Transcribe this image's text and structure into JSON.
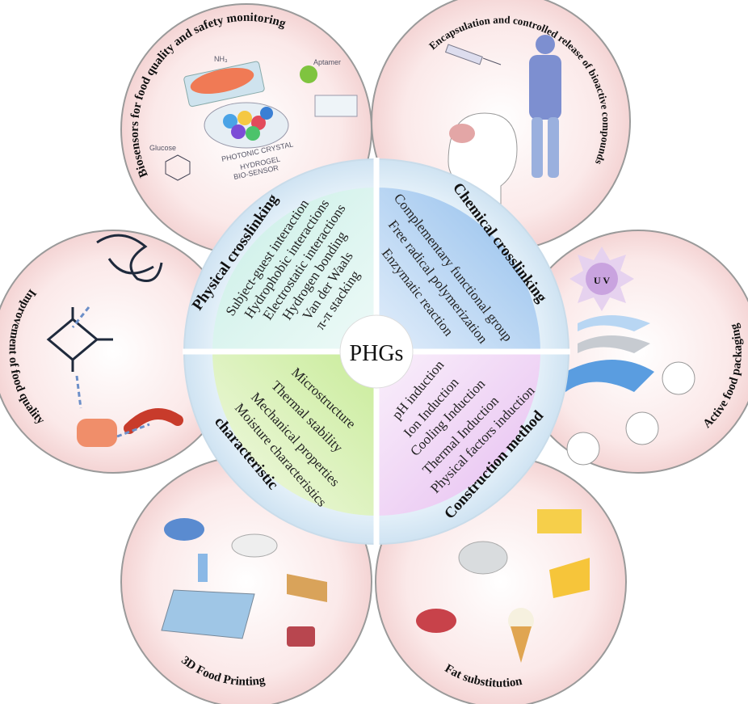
{
  "center": {
    "label": "PHGs"
  },
  "quadrants": {
    "physical": {
      "title": "Physical crosslinking",
      "items": [
        "Subject-guest interaction",
        "Hydrophobic interactions",
        "Electrostatic interactions",
        "Hydrogen bonding",
        "Van der Waals",
        "π-π stacking"
      ]
    },
    "chemical": {
      "title": "Chemical crosslinking",
      "items": [
        "Complementary functional group",
        "Free radical polymerization",
        "Enzymatic reaction"
      ]
    },
    "characteristic": {
      "title": "characteristic",
      "items": [
        "Microstructure",
        "Thermal stability",
        "Mechanical properties",
        "Moisture characteristics"
      ]
    },
    "construction": {
      "title": "Construction method",
      "items": [
        "pH induction",
        "Ion Induction",
        "Cooling Induction",
        "Thermal Induction",
        "Physical factors induction"
      ]
    }
  },
  "petals": {
    "biosensors": {
      "title": "Biosensors for food quality and safety monitoring",
      "labels": {
        "nh3": "NH₃",
        "aptamer": "Aptamer",
        "glucose": "Glucose",
        "sensor1": "PHOTONIC CRYSTAL",
        "sensor2": "HYDROGEL",
        "sensor3": "BIO-SENSOR"
      }
    },
    "encapsulation": {
      "title": "Encapsulation and controlled release of bioactive compounds"
    },
    "packaging": {
      "title": "Active food packaging",
      "uv": "U V"
    },
    "fat": {
      "title": "Fat substitution"
    },
    "printing": {
      "title": "3D Food Printing"
    },
    "quality": {
      "title": "Improvement of food quality"
    }
  },
  "colors": {
    "petal": "#f8dede",
    "border": "#9a9a9a",
    "q_tl": "#d6f3ee",
    "q_tr": "#a9cdf0",
    "q_bl": "#d9f0b8",
    "q_br": "#efd3f2"
  }
}
